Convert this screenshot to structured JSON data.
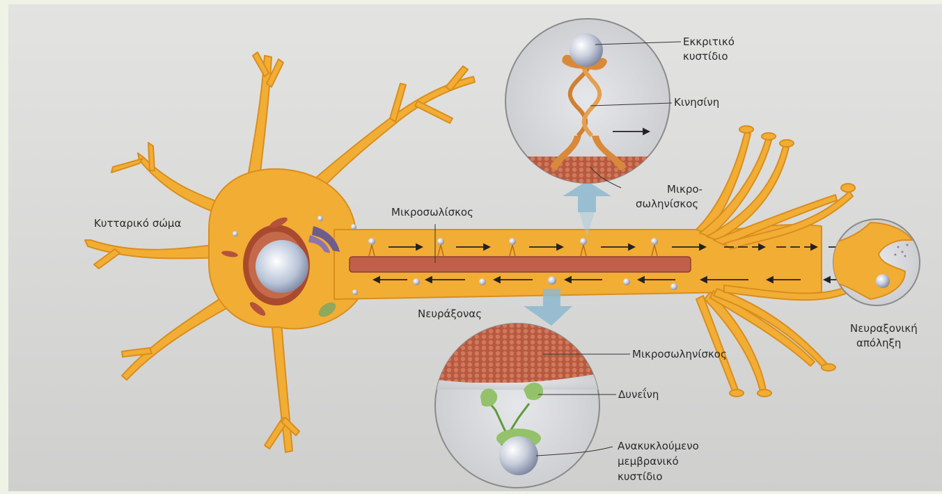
{
  "labels": {
    "cell_body": "Κυτταρικό σώμα",
    "microtubule_main": "Μικροσωλίσκος",
    "axon": "Νευράξονας",
    "secretory_vesicle_l1": "Εκκριτικό",
    "secretory_vesicle_l2": "κυστίδιο",
    "kinesin": "Κινησίνη",
    "microtubule_top_l1": "Μικρο-",
    "microtubule_top_l2": "σωληνίσκος",
    "microtubule_bottom": "Μικροσωληνίσκος",
    "dynein": "Δυνεΐνη",
    "recycled_vesicle_l1": "Ανακυκλούμενο",
    "recycled_vesicle_l2": "μεμβρανικό",
    "recycled_vesicle_l3": "κυστίδιο",
    "axon_terminal_l1": "Νευραξονική",
    "axon_terminal_l2": "απόληξη"
  },
  "colors": {
    "neuron": "#f2ad35",
    "neuron_edge": "#d98e1c",
    "microtubule": "#c0604a",
    "vesicle": "#c8cedb",
    "dynein": "#93c26a",
    "page_border": "#eef3e6",
    "paper": "#d9d9d9"
  }
}
